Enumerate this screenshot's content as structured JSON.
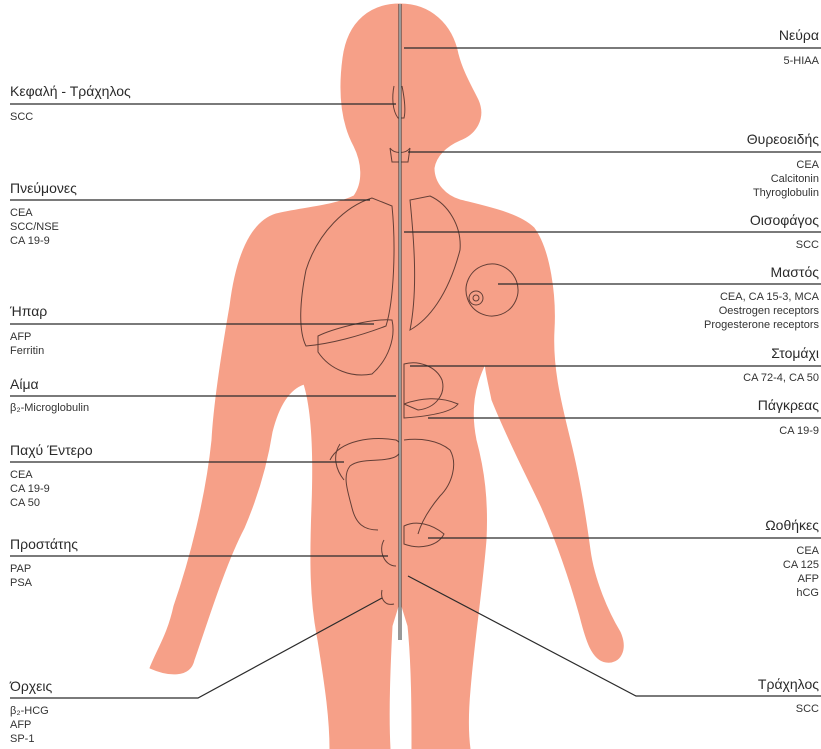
{
  "colors": {
    "body": "#f6a088",
    "outline": "#2b2b2b",
    "background": "#ffffff"
  },
  "left": [
    {
      "organ": "Κεφαλή - Τράχηλος",
      "markers": [
        "SCC"
      ]
    },
    {
      "organ": "Πνεύμονες",
      "markers": [
        "CEA",
        "SCC/NSE",
        "CA 19-9"
      ]
    },
    {
      "organ": "Ήπαρ",
      "markers": [
        "AFP",
        "Ferritin"
      ]
    },
    {
      "organ": "Αίμα",
      "markers": [
        "β₂-Microglobulin"
      ]
    },
    {
      "organ": "Παχύ Έντερο",
      "markers": [
        "CEA",
        "CA 19-9",
        "CA 50"
      ]
    },
    {
      "organ": "Προστάτης",
      "markers": [
        "PAP",
        "PSA"
      ]
    },
    {
      "organ": "Όρχεις",
      "markers": [
        "β₂-HCG",
        "AFP",
        "SP-1"
      ]
    }
  ],
  "right": [
    {
      "organ": "Νεύρα",
      "markers": [
        "5-HIAA"
      ]
    },
    {
      "organ": "Θυρεοειδής",
      "markers": [
        "CEA",
        "Calcitonin",
        "Thyroglobulin"
      ]
    },
    {
      "organ": "Οισοφάγος",
      "markers": [
        "SCC"
      ]
    },
    {
      "organ": "Μαστός",
      "markers": [
        "CEA, CA 15-3, MCA",
        "Oestrogen receptors",
        "Progesterone receptors"
      ]
    },
    {
      "organ": "Στομάχι",
      "markers": [
        "CA 72-4, CA 50"
      ]
    },
    {
      "organ": "Πάγκρεας",
      "markers": [
        "CA 19-9"
      ]
    },
    {
      "organ": "Ωοθήκες",
      "markers": [
        "CEA",
        "CA 125",
        "AFP",
        "hCG"
      ]
    },
    {
      "organ": "Τράχηλος",
      "markers": [
        "SCC"
      ]
    }
  ]
}
